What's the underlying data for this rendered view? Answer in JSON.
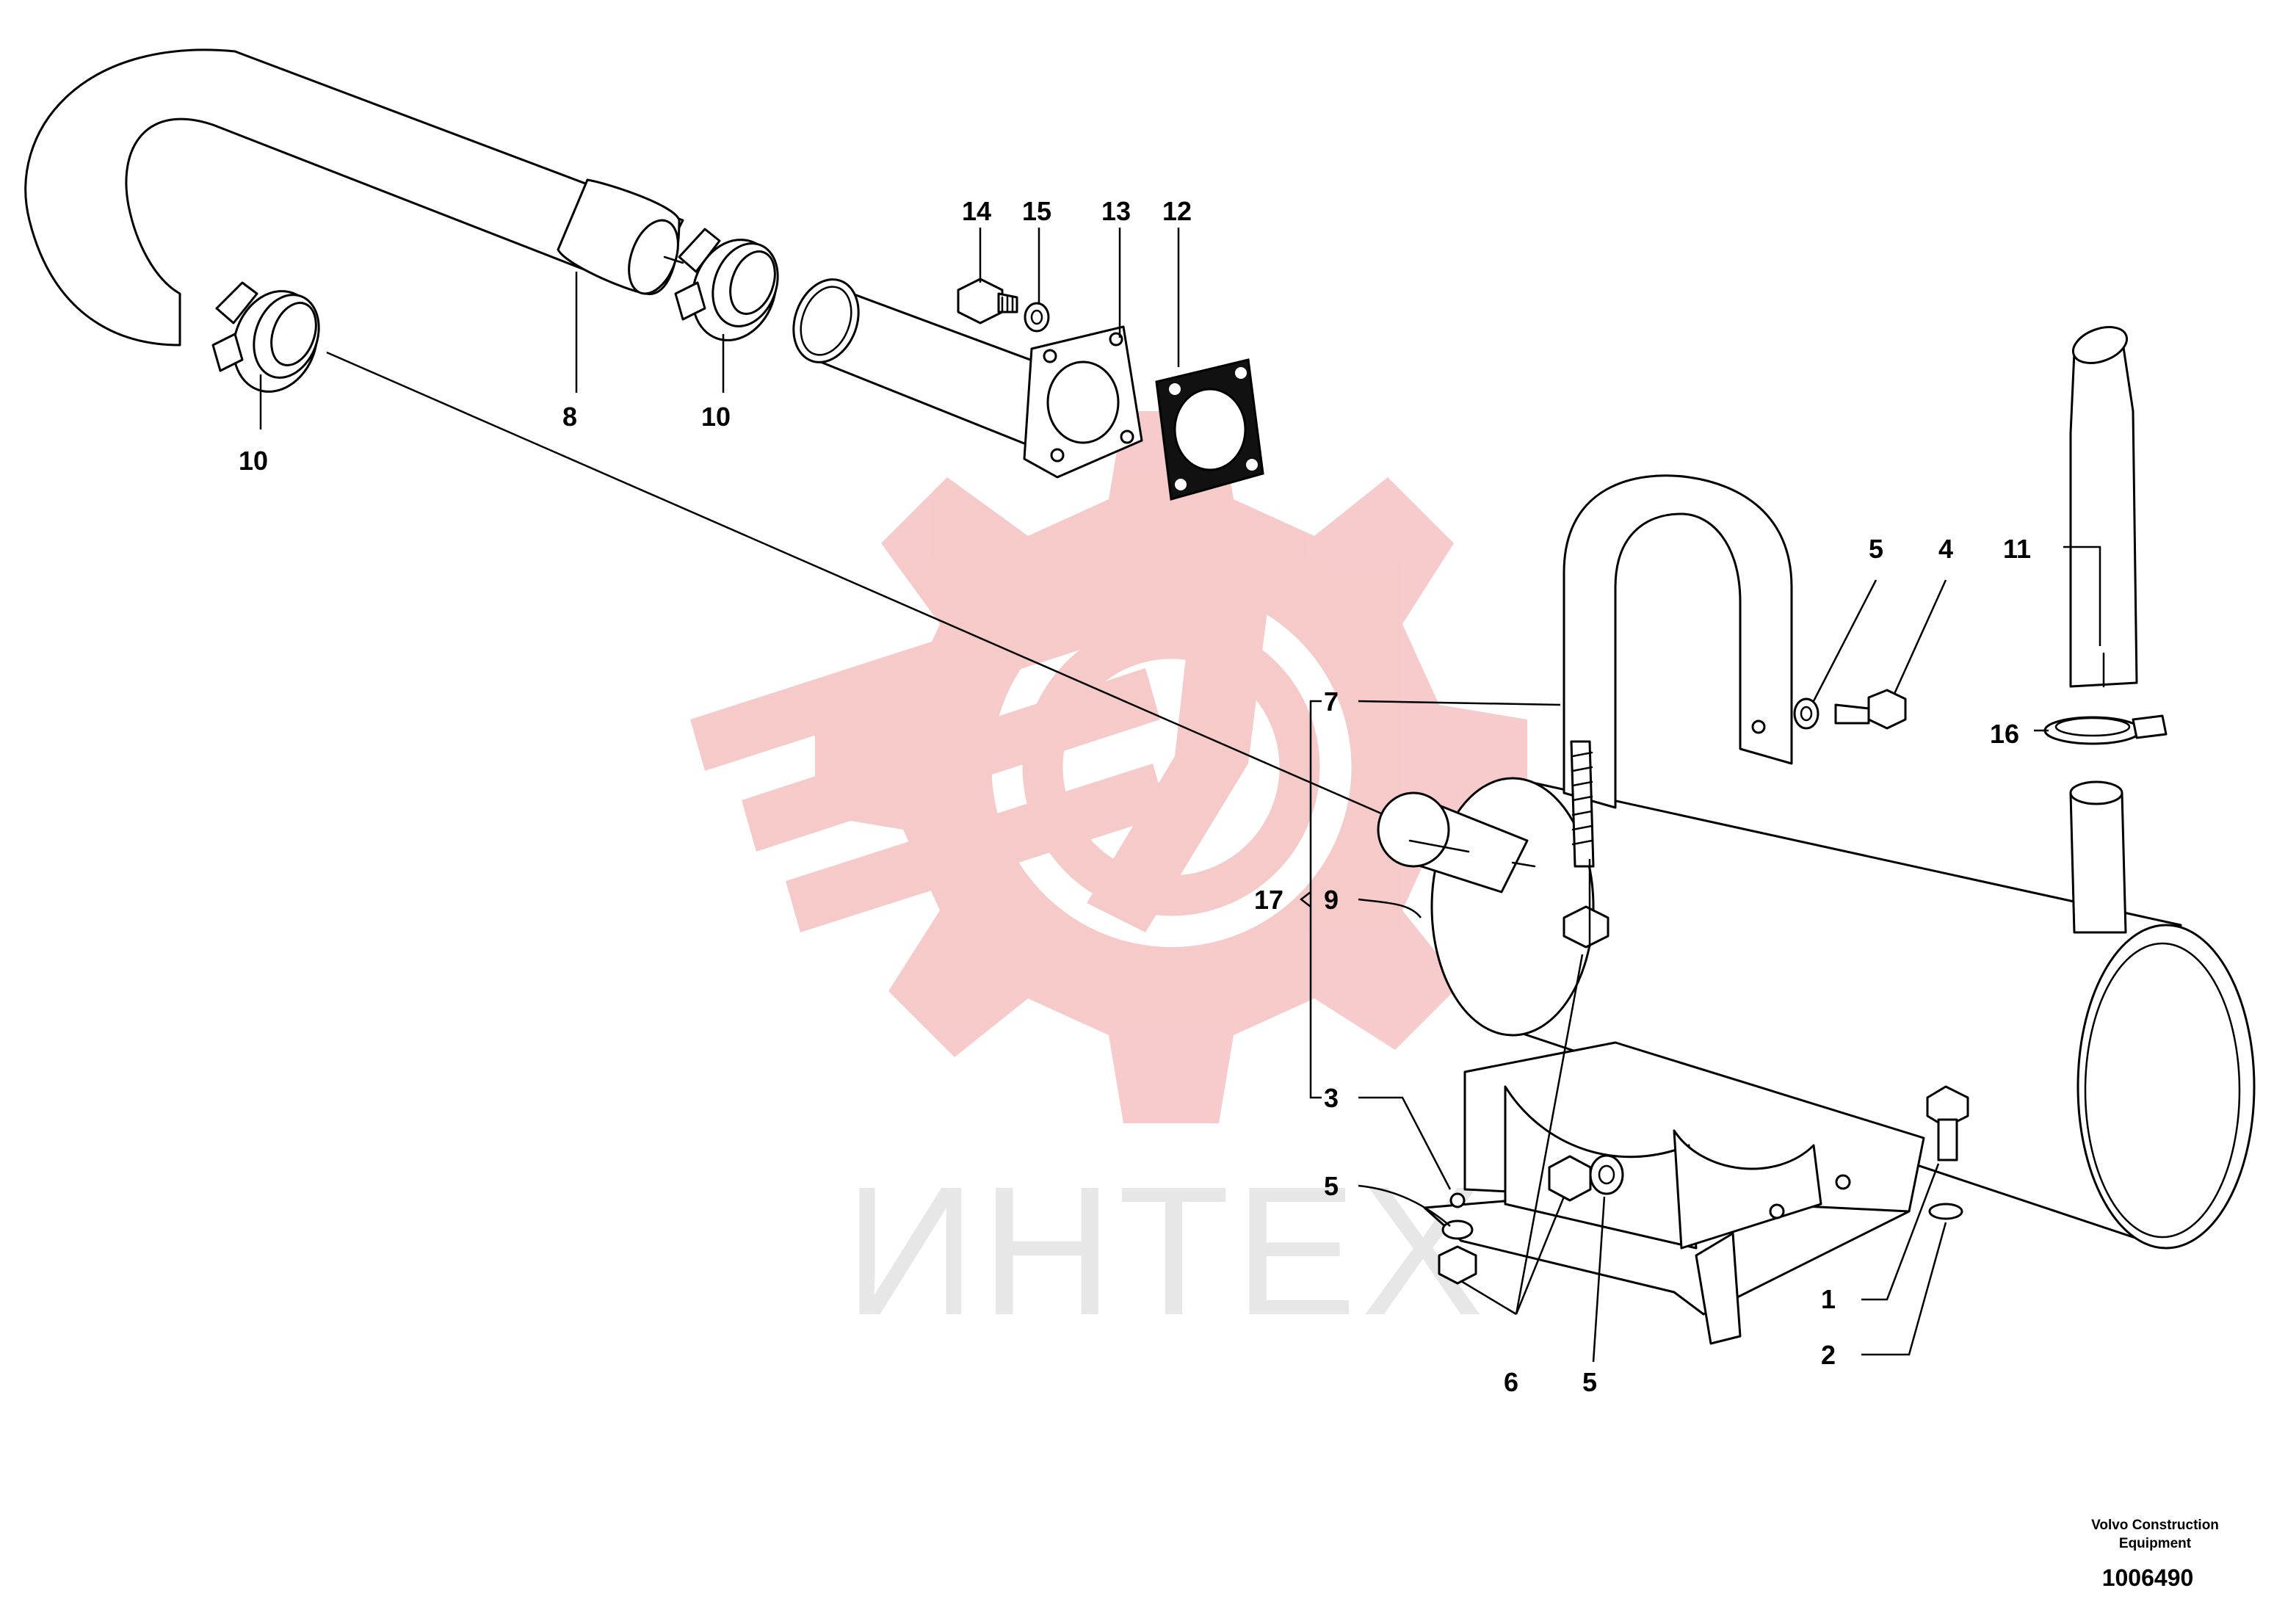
{
  "watermark": {
    "text": "ИНТЕХ",
    "gear_color": "#f7c8c8",
    "text_color": "#e6e6e6"
  },
  "callouts": {
    "c1": "1",
    "c2": "2",
    "c3": "3",
    "c4": "4",
    "c5a": "5",
    "c5b": "5",
    "c5c": "5",
    "c6": "6",
    "c7": "7",
    "c8": "8",
    "c9": "9",
    "c10a": "10",
    "c10b": "10",
    "c11": "11",
    "c12": "12",
    "c13": "13",
    "c14": "14",
    "c15": "15",
    "c16": "16",
    "c17": "17"
  },
  "footer": {
    "brand_line1": "Volvo Construction",
    "brand_line2": "Equipment",
    "doc_number": "1006490"
  },
  "icons": [
    "gear-watermark-icon"
  ]
}
